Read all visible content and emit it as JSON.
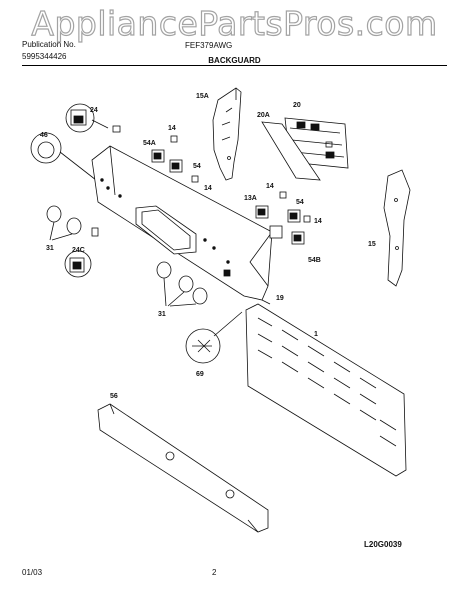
{
  "watermark": "AppliancePartsPros.com",
  "header": {
    "publication_label": "Publication No.",
    "publication_number": "5995344426",
    "model": "FEF379AWG",
    "section_title": "BACKGUARD"
  },
  "callouts": {
    "c15a": "15A",
    "c20": "20",
    "c20a": "20A",
    "c24": "24",
    "c46": "46",
    "c14a": "14",
    "c54a": "54A",
    "c54": "54",
    "c14b": "14",
    "c13a": "13A",
    "c14c": "14",
    "c54r": "54",
    "c14d": "14",
    "c15": "15",
    "c31a": "31",
    "c24c": "24C",
    "c54b": "54B",
    "c19": "19",
    "c31b": "31",
    "c1": "1",
    "c69": "69",
    "c56": "56"
  },
  "footer": {
    "drawing_code": "L20G0039",
    "date": "01/03",
    "page": "2"
  }
}
